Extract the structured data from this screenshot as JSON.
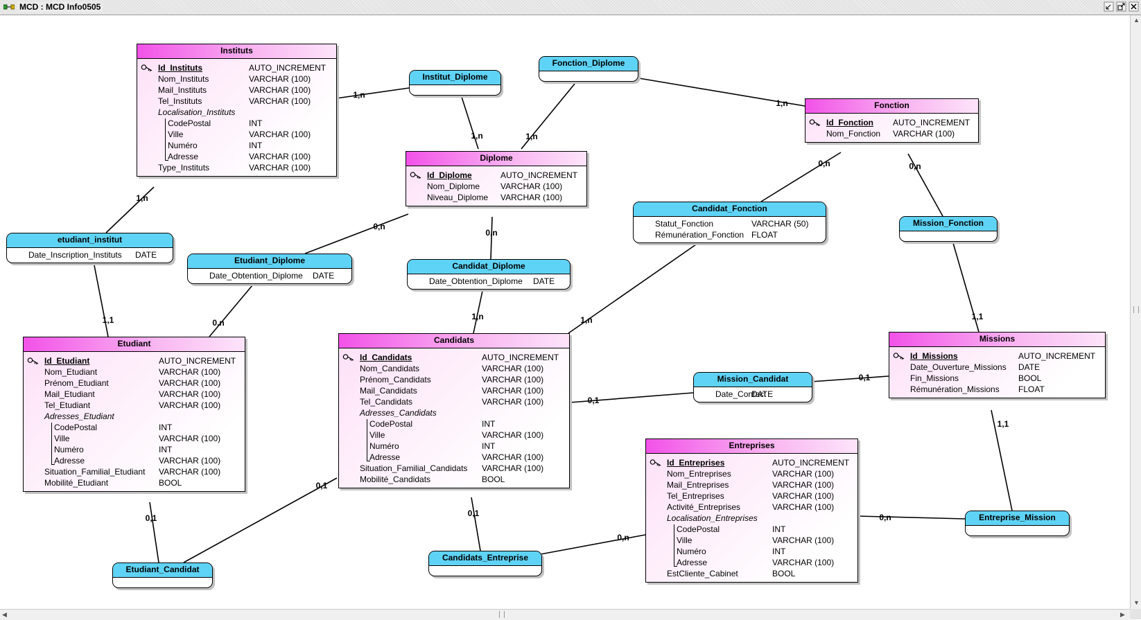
{
  "window": {
    "title": "MCD : MCD Info0505"
  },
  "colors": {
    "entity_header": "#f252e8",
    "association_header": "#5fd3f5",
    "link": "#000000"
  },
  "entities": [
    {
      "id": "instituts",
      "name": "Instituts",
      "rows": [
        {
          "kind": "pk",
          "name": "Id_Instituts",
          "type": "AUTO_INCREMENT"
        },
        {
          "kind": "attr",
          "name": "Nom_Instituts",
          "type": "VARCHAR (100)"
        },
        {
          "kind": "attr",
          "name": "Mail_Instituts",
          "type": "VARCHAR (100)"
        },
        {
          "kind": "attr",
          "name": "Tel_Instituts",
          "type": "VARCHAR (100)"
        },
        {
          "kind": "group",
          "name": "Localisation_Instituts",
          "type": ""
        },
        {
          "kind": "sub",
          "name": "CodePostal",
          "type": "INT"
        },
        {
          "kind": "sub",
          "name": "Ville",
          "type": "VARCHAR (100)"
        },
        {
          "kind": "sub",
          "name": "Numéro",
          "type": "INT"
        },
        {
          "kind": "sub",
          "name": "Adresse",
          "type": "VARCHAR (100)"
        },
        {
          "kind": "attr",
          "name": "Type_Instituts",
          "type": "VARCHAR (100)"
        }
      ]
    },
    {
      "id": "diplome",
      "name": "Diplome",
      "rows": [
        {
          "kind": "pk",
          "name": "Id_Diplome",
          "type": "AUTO_INCREMENT"
        },
        {
          "kind": "attr",
          "name": "Nom_Diplome",
          "type": "VARCHAR (100)"
        },
        {
          "kind": "attr",
          "name": "Niveau_Diplome",
          "type": "VARCHAR (100)"
        }
      ]
    },
    {
      "id": "fonction",
      "name": "Fonction",
      "rows": [
        {
          "kind": "pk",
          "name": "Id_Fonction",
          "type": "AUTO_INCREMENT"
        },
        {
          "kind": "attr",
          "name": "Nom_Fonction",
          "type": "VARCHAR (100)"
        }
      ]
    },
    {
      "id": "etudiant",
      "name": "Etudiant",
      "rows": [
        {
          "kind": "pk",
          "name": "Id_Etudiant",
          "type": "AUTO_INCREMENT"
        },
        {
          "kind": "attr",
          "name": "Nom_Etudiant",
          "type": "VARCHAR (100)"
        },
        {
          "kind": "attr",
          "name": "Prénom_Etudiant",
          "type": "VARCHAR (100)"
        },
        {
          "kind": "attr",
          "name": "Mail_Etudiant",
          "type": "VARCHAR (100)"
        },
        {
          "kind": "attr",
          "name": "Tel_Etudiant",
          "type": "VARCHAR (100)"
        },
        {
          "kind": "group",
          "name": "Adresses_Etudiant",
          "type": ""
        },
        {
          "kind": "sub",
          "name": "CodePostal",
          "type": "INT"
        },
        {
          "kind": "sub",
          "name": "Ville",
          "type": "VARCHAR (100)"
        },
        {
          "kind": "sub",
          "name": "Numéro",
          "type": "INT"
        },
        {
          "kind": "sub",
          "name": "Adresse",
          "type": "VARCHAR (100)"
        },
        {
          "kind": "attr",
          "name": "Situation_Familial_Etudiant",
          "type": "VARCHAR (100)"
        },
        {
          "kind": "attr",
          "name": "Mobilité_Etudiant",
          "type": "BOOL"
        }
      ]
    },
    {
      "id": "candidats",
      "name": "Candidats",
      "rows": [
        {
          "kind": "pk",
          "name": "Id_Candidats",
          "type": "AUTO_INCREMENT"
        },
        {
          "kind": "attr",
          "name": "Nom_Candidats",
          "type": "VARCHAR (100)"
        },
        {
          "kind": "attr",
          "name": "Prénom_Candidats",
          "type": "VARCHAR (100)"
        },
        {
          "kind": "attr",
          "name": "Mail_Candidats",
          "type": "VARCHAR (100)"
        },
        {
          "kind": "attr",
          "name": "Tel_Candidats",
          "type": "VARCHAR (100)"
        },
        {
          "kind": "group",
          "name": "Adresses_Candidats",
          "type": ""
        },
        {
          "kind": "sub",
          "name": "CodePostal",
          "type": "INT"
        },
        {
          "kind": "sub",
          "name": "Ville",
          "type": "VARCHAR (100)"
        },
        {
          "kind": "sub",
          "name": "Numéro",
          "type": "INT"
        },
        {
          "kind": "sub",
          "name": "Adresse",
          "type": "VARCHAR (100)"
        },
        {
          "kind": "attr",
          "name": "Situation_Familial_Candidats",
          "type": "VARCHAR (100)"
        },
        {
          "kind": "attr",
          "name": "Mobilité_Candidats",
          "type": "BOOL"
        }
      ]
    },
    {
      "id": "missions",
      "name": "Missions",
      "rows": [
        {
          "kind": "pk",
          "name": "Id_Missions",
          "type": "AUTO_INCREMENT"
        },
        {
          "kind": "attr",
          "name": "Date_Ouverture_Missions",
          "type": "DATE"
        },
        {
          "kind": "attr",
          "name": "Fin_Missions",
          "type": "BOOL"
        },
        {
          "kind": "attr",
          "name": "Rémunération_Missions",
          "type": "FLOAT"
        }
      ]
    },
    {
      "id": "entreprises",
      "name": "Entreprises",
      "rows": [
        {
          "kind": "pk",
          "name": "Id_Entreprises",
          "type": "AUTO_INCREMENT"
        },
        {
          "kind": "attr",
          "name": "Nom_Entreprises",
          "type": "VARCHAR (100)"
        },
        {
          "kind": "attr",
          "name": "Mail_Entreprises",
          "type": "VARCHAR (100)"
        },
        {
          "kind": "attr",
          "name": "Tel_Entreprises",
          "type": "VARCHAR (100)"
        },
        {
          "kind": "attr",
          "name": "Activité_Entreprises",
          "type": "VARCHAR (100)"
        },
        {
          "kind": "group",
          "name": "Localisation_Entreprises",
          "type": ""
        },
        {
          "kind": "sub",
          "name": "CodePostal",
          "type": "INT"
        },
        {
          "kind": "sub",
          "name": "Ville",
          "type": "VARCHAR (100)"
        },
        {
          "kind": "sub",
          "name": "Numéro",
          "type": "INT"
        },
        {
          "kind": "sub",
          "name": "Adresse",
          "type": "VARCHAR (100)"
        },
        {
          "kind": "attr",
          "name": "EstCliente_Cabinet",
          "type": "BOOL"
        }
      ]
    }
  ],
  "associations": [
    {
      "id": "institut_diplome",
      "name": "Institut_Diplome",
      "rows": []
    },
    {
      "id": "fonction_diplome",
      "name": "Fonction_Diplome",
      "rows": []
    },
    {
      "id": "etudiant_institut",
      "name": "etudiant_institut",
      "rows": [
        {
          "name": "Date_Inscription_Instituts",
          "type": "DATE"
        }
      ]
    },
    {
      "id": "etudiant_diplome",
      "name": "Etudiant_Diplome",
      "rows": [
        {
          "name": "Date_Obtention_Diplome",
          "type": "DATE"
        }
      ]
    },
    {
      "id": "candidat_diplome",
      "name": "Candidat_Diplome",
      "rows": [
        {
          "name": "Date_Obtention_Diplome",
          "type": "DATE"
        }
      ]
    },
    {
      "id": "candidat_fonction",
      "name": "Candidat_Fonction",
      "rows": [
        {
          "name": "Statut_Fonction",
          "type": "VARCHAR (50)"
        },
        {
          "name": "Rémunération_Fonction",
          "type": "FLOAT"
        }
      ]
    },
    {
      "id": "mission_fonction",
      "name": "Mission_Fonction",
      "rows": []
    },
    {
      "id": "mission_candidat",
      "name": "Mission_Candidat",
      "rows": [
        {
          "name": "Date_Contact",
          "type": "DATE"
        }
      ]
    },
    {
      "id": "etudiant_candidat",
      "name": "Etudiant_Candidat",
      "rows": []
    },
    {
      "id": "candidats_entreprise",
      "name": "Candidats_Entreprise",
      "rows": []
    },
    {
      "id": "entreprise_mission",
      "name": "Entreprise_Mission",
      "rows": []
    }
  ],
  "links": [
    {
      "from": "instituts",
      "to": "institut_diplome",
      "card": "1,n"
    },
    {
      "from": "institut_diplome",
      "to": "diplome",
      "card": "1,n"
    },
    {
      "from": "fonction_diplome",
      "to": "diplome",
      "card": "1,n"
    },
    {
      "from": "fonction_diplome",
      "to": "fonction",
      "card": "1,n"
    },
    {
      "from": "instituts",
      "to": "etudiant_institut",
      "card": "1,n"
    },
    {
      "from": "etudiant_institut",
      "to": "etudiant",
      "card": "1,1"
    },
    {
      "from": "diplome",
      "to": "etudiant_diplome",
      "card": "0,n"
    },
    {
      "from": "etudiant_diplome",
      "to": "etudiant",
      "card": "0,n"
    },
    {
      "from": "diplome",
      "to": "candidat_diplome",
      "card": "0,n"
    },
    {
      "from": "candidat_diplome",
      "to": "candidats",
      "card": "1,n"
    },
    {
      "from": "fonction",
      "to": "candidat_fonction",
      "card": "0,n"
    },
    {
      "from": "candidat_fonction",
      "to": "candidats",
      "card": "1,n"
    },
    {
      "from": "fonction",
      "to": "mission_fonction",
      "card": "0,n"
    },
    {
      "from": "mission_fonction",
      "to": "missions",
      "card": "1,1"
    },
    {
      "from": "candidats",
      "to": "mission_candidat",
      "card": "0,1"
    },
    {
      "from": "mission_candidat",
      "to": "missions",
      "card": "0,1"
    },
    {
      "from": "etudiant",
      "to": "etudiant_candidat",
      "card": "0,1"
    },
    {
      "from": "etudiant_candidat",
      "to": "candidats",
      "card": "0,1"
    },
    {
      "from": "candidats",
      "to": "candidats_entreprise",
      "card": "0,1"
    },
    {
      "from": "candidats_entreprise",
      "to": "entreprises",
      "card": "0,n"
    },
    {
      "from": "missions",
      "to": "entreprise_mission",
      "card": "1,1"
    },
    {
      "from": "entreprise_mission",
      "to": "entreprises",
      "card": "0,n"
    }
  ]
}
